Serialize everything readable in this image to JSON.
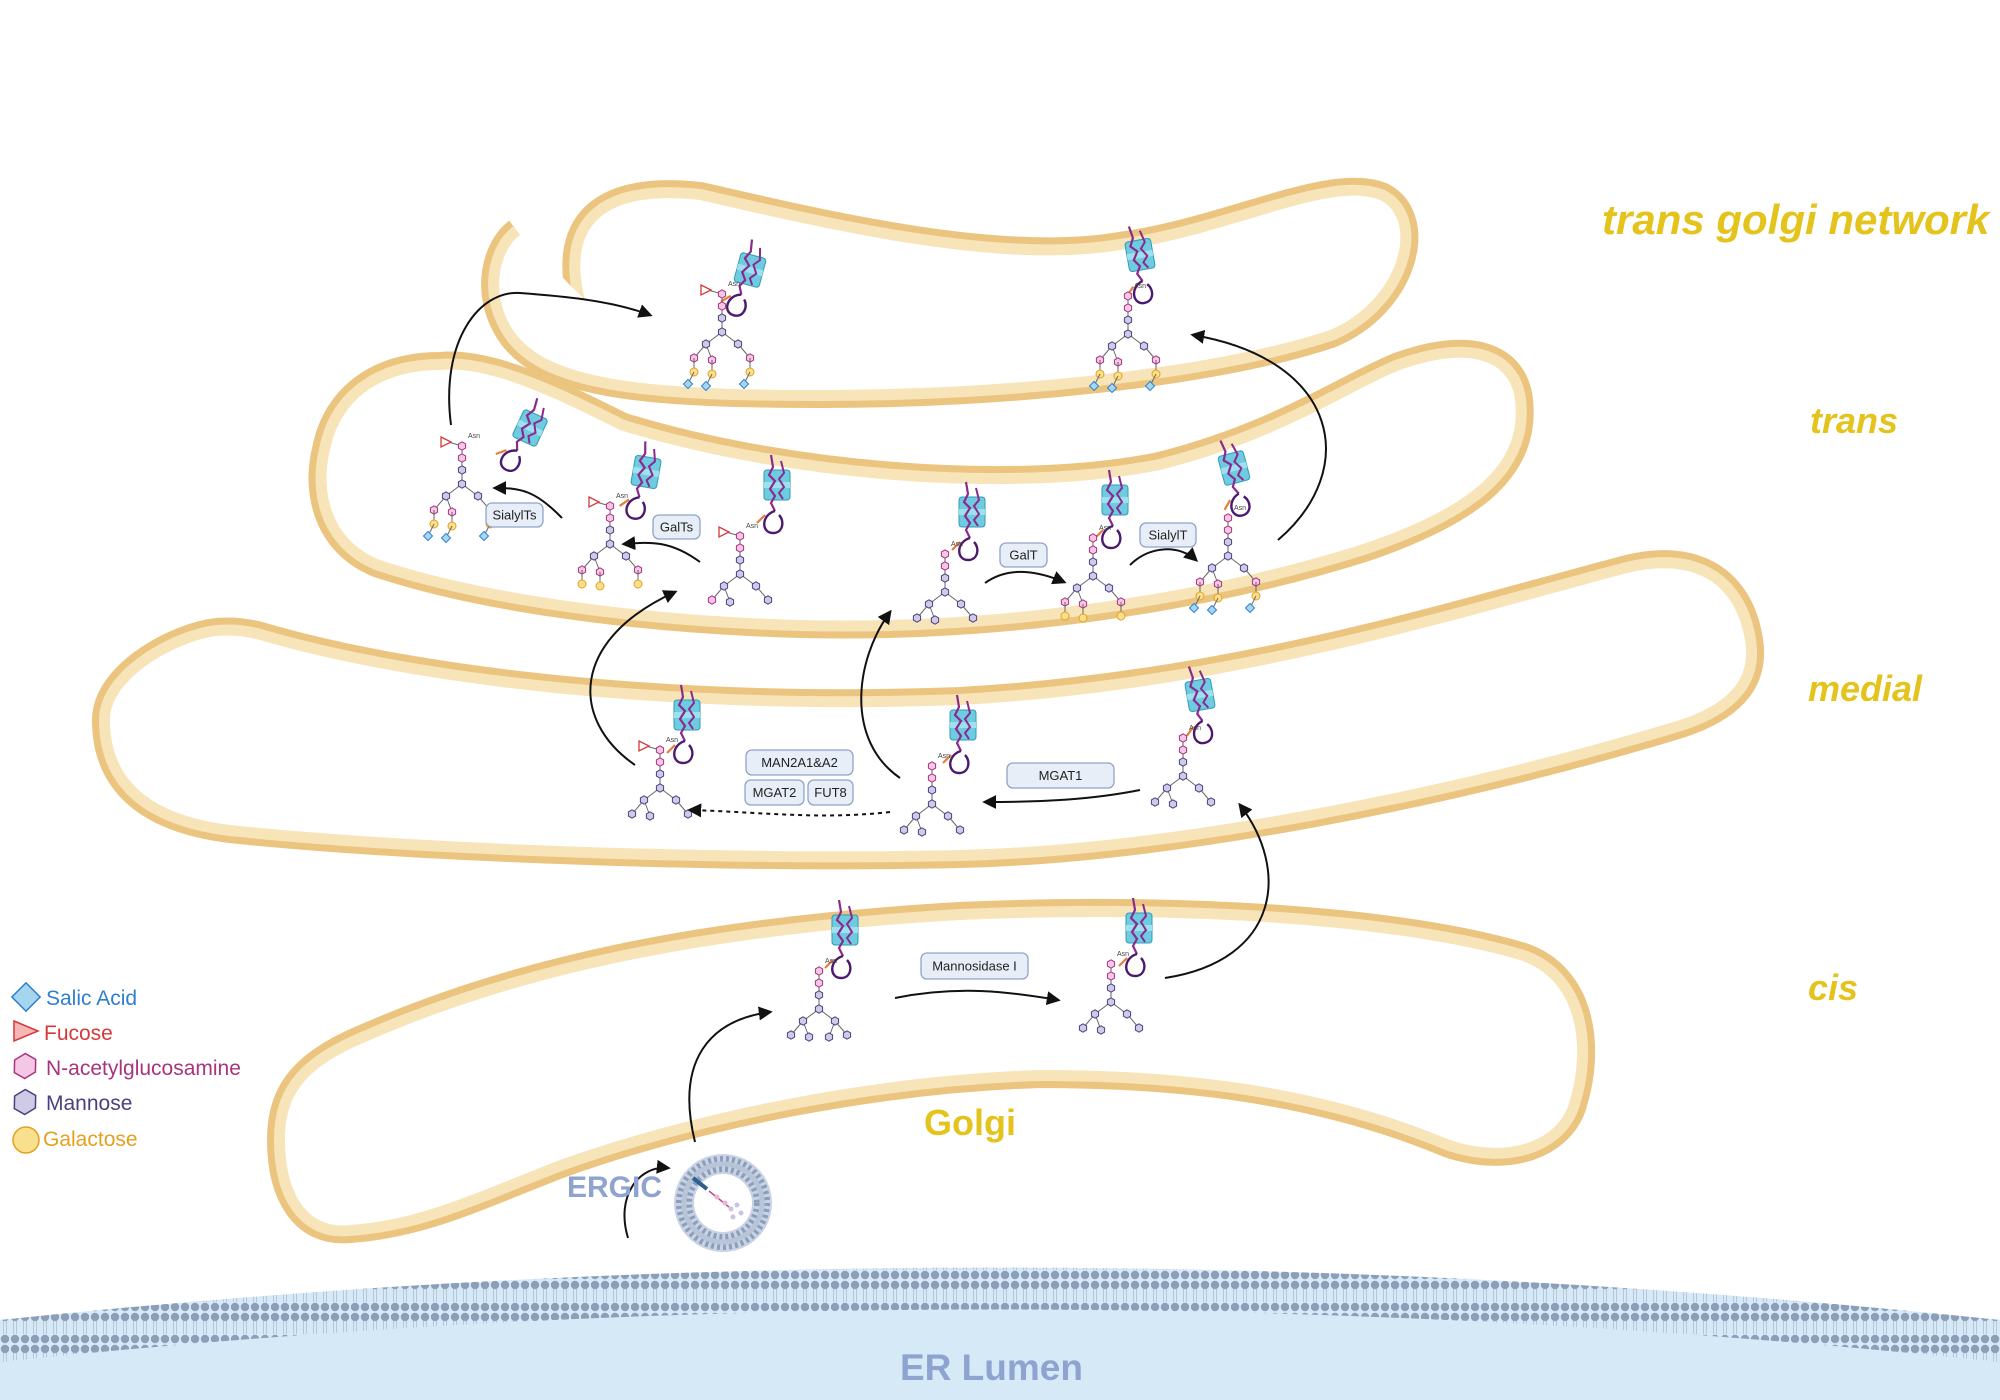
{
  "stages": {
    "tgn": "trans golgi network",
    "trans": "trans",
    "medial": "medial",
    "cis": "cis"
  },
  "labels": {
    "golgi": "Golgi",
    "ergic": "ERGIC",
    "er_lumen": "ER Lumen",
    "asn": "Asn"
  },
  "enzymes": {
    "sialylts": "SialylTs",
    "galts": "GalTs",
    "galt": "GalT",
    "sialylt": "SialylT",
    "man2a": "MAN2A1&A2",
    "mgat2": "MGAT2",
    "fut8": "FUT8",
    "mgat1": "MGAT1",
    "mannosidase": "Mannosidase I"
  },
  "legend": [
    {
      "key": "sialic",
      "label": "Salic Acid",
      "shape": "diamond",
      "color": "#2f7fd0"
    },
    {
      "key": "fucose",
      "label": "Fucose",
      "shape": "triangle",
      "color": "#d43a3a"
    },
    {
      "key": "glcnac",
      "label": "N-acetylglucosamine",
      "shape": "hexagon",
      "color": "#a7347e"
    },
    {
      "key": "mannose",
      "label": "Mannose",
      "shape": "hexagon",
      "color": "#4a4080"
    },
    {
      "key": "galactose",
      "label": "Galactose",
      "shape": "circle",
      "color": "#e6a020"
    }
  ],
  "colors": {
    "membrane": "#ebc57f",
    "lumen": "#f7e4b9",
    "stage_text": "#e3c31c",
    "er_lumen": "#d6e9f7",
    "protein": "#6fcbe0"
  }
}
